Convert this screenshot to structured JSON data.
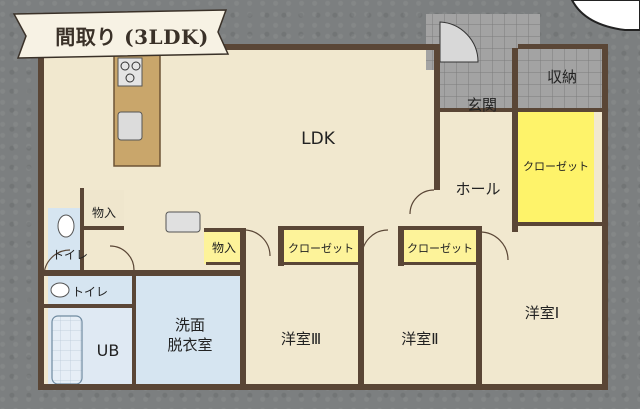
{
  "title": "間取り (3LDK)",
  "rooms": {
    "ldk": "LDK",
    "storage_top": "収納",
    "entrance": "玄関",
    "hall": "ホール",
    "closet_right": "クローゼット",
    "closet_3": "クローゼット",
    "closet_2": "クローゼット",
    "mono_1": "物入",
    "mono_2": "物入",
    "toilet_1": "トイレ",
    "toilet_2": "トイレ",
    "washroom_line1": "洗面",
    "washroom_line2": "脱衣室",
    "bath": "UB",
    "western_3": "洋室Ⅲ",
    "western_2": "洋室Ⅱ",
    "western_1": "洋室Ⅰ"
  },
  "colors": {
    "floor": "#f1e8cf",
    "wall": "#5a4636",
    "closet": "#fdf39a",
    "closet_bright": "#fef36a",
    "water": "#d6e5f1",
    "tile": "#9b9b9b",
    "counter": "#c9a66b",
    "background": "#7c7f80"
  }
}
